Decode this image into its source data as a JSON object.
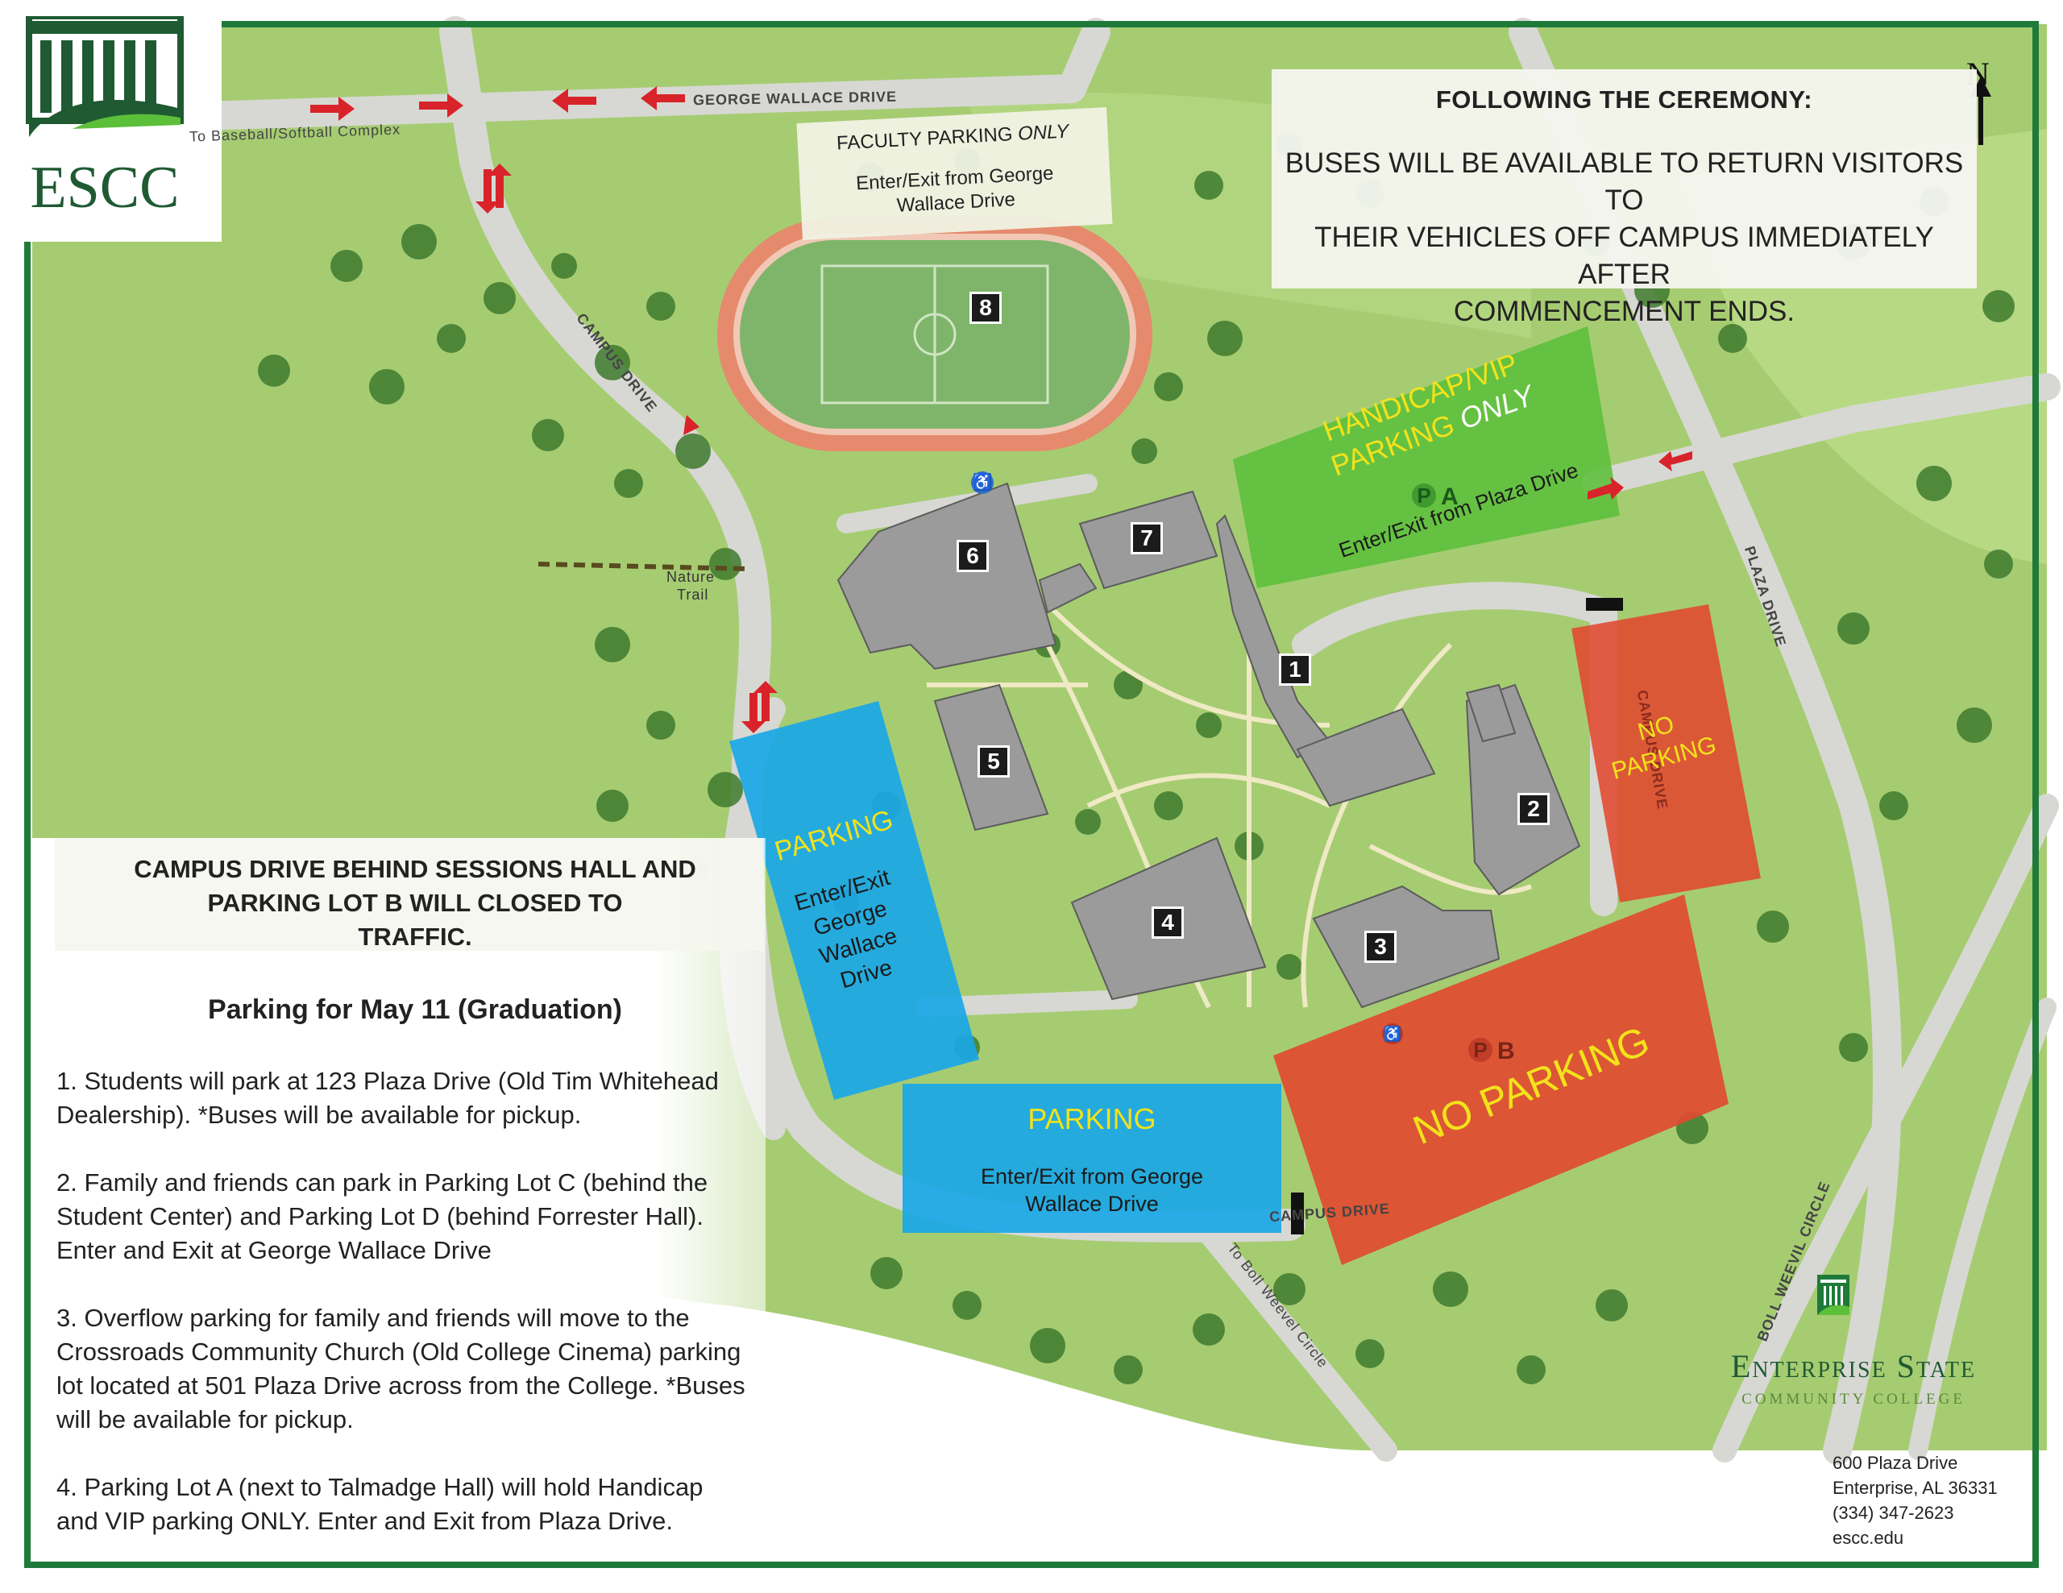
{
  "logo": {
    "text": "ESCC"
  },
  "ceremony": {
    "title": "FOLLOWING THE CEREMONY:",
    "lines": [
      "BUSES WILL BE AVAILABLE TO RETURN VISITORS TO",
      "THEIR VEHICLES OFF CAMPUS IMMEDIATELY AFTER",
      "COMMENCEMENT ENDS."
    ]
  },
  "faculty_parking": {
    "line1": "FACULTY PARKING",
    "line1_emph": "ONLY",
    "line2": "Enter/Exit from George",
    "line3": "Wallace Drive"
  },
  "handicap": {
    "line1": "HANDICAP/VIP",
    "line2": "PARKING",
    "line2_emph": "ONLY",
    "line3": "Enter/Exit from Plaza Drive"
  },
  "parking_west": {
    "title": "PARKING",
    "lines": [
      "Enter/Exit",
      "George",
      "Wallace",
      "Drive"
    ]
  },
  "parking_south": {
    "title": "PARKING",
    "line1": "Enter/Exit from George",
    "line2": "Wallace Drive"
  },
  "no_parking_small": {
    "line1": "NO",
    "line2": "PARKING"
  },
  "no_parking_big": {
    "text": "NO PARKING"
  },
  "lot_labels": {
    "a": "A",
    "b": "B",
    "p": "P"
  },
  "buildings": [
    "1",
    "2",
    "3",
    "4",
    "5",
    "6",
    "7",
    "8"
  ],
  "roads": {
    "george_wallace": "GEORGE WALLACE DRIVE",
    "baseball": "To Baseball/Softball Complex",
    "campus_drive": "CAMPUS DRIVE",
    "campus_drive_2": "CAMPUS DRIVE",
    "plaza_drive": "PLAZA DRIVE",
    "boll_weevil": "BOLL WEEVIL CIRCLE",
    "to_boll_weevil": "To Boll Weevel Circle",
    "nature_trail_1": "Nature",
    "nature_trail_2": "Trail",
    "campus_vertical": "CAMPUS DRIVE"
  },
  "compass": "N",
  "notes": {
    "header": [
      "CAMPUS DRIVE BEHIND SESSIONS HALL AND",
      "PARKING LOT B WILL CLOSED TO",
      "TRAFFIC."
    ],
    "subheader": "Parking for May 11 (Graduation)",
    "items": [
      [
        "1. Students will park at 123 Plaza Drive (Old Tim Whitehead",
        "Dealership). *Buses will be available for pickup."
      ],
      [
        "2. Family and friends can park in Parking Lot C (behind the",
        "Student Center) and Parking Lot D (behind Forrester Hall).",
        "Enter and Exit at George Wallace Drive"
      ],
      [
        "3. Overflow parking for family and friends will move to the",
        "Crossroads Community Church (Old College Cinema) parking",
        "lot located at 501 Plaza Drive across from the College.  *Buses",
        "will be available for pickup."
      ],
      [
        "4. Parking Lot A (next to Talmadge Hall) will hold Handicap",
        "and VIP parking ONLY. Enter and Exit from Plaza Drive."
      ]
    ]
  },
  "college": {
    "name": "Enterprise State",
    "sub": "COMMUNITY COLLEGE"
  },
  "address": [
    "600 Plaza Drive",
    "Enterprise, AL 36331",
    "(334) 347-2623",
    "escc.edu"
  ],
  "colors": {
    "green_frame": "#1f7a3a",
    "grass": "#9cc56a",
    "road": "#d9d9d6",
    "blue_zone": "#1aa7e6",
    "red_zone": "#e2482f",
    "green_zone": "#5cbf3a",
    "building": "#9b9b9b",
    "label_yellow": "#f2e21a"
  }
}
